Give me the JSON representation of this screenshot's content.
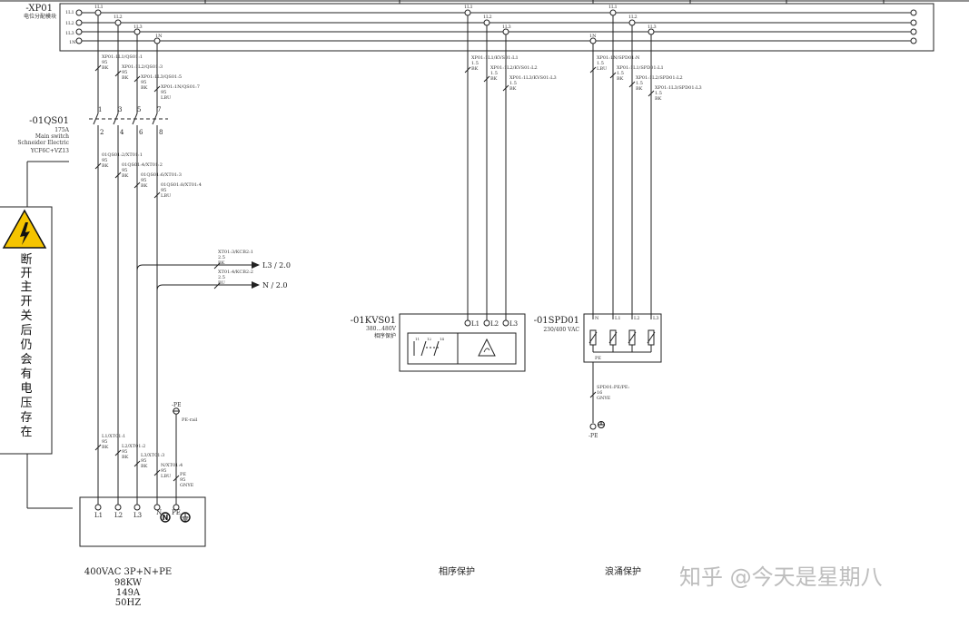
{
  "header": {
    "module_id": "-XP01",
    "module_name": "电位分配模块",
    "buses": [
      "1L1",
      "1L2",
      "1L3",
      "1N"
    ],
    "left_bus_tags": [
      "1L1",
      "1L2",
      "1L3",
      "1N"
    ],
    "right_bus_tags": [
      "1L1",
      "1L2",
      "1L3",
      "1N"
    ]
  },
  "left_wires": [
    {
      "line1": "XP01:1L1/QS01:1",
      "line2": "95",
      "line3": "BK"
    },
    {
      "line1": "XP01:1L2/QS01:3",
      "line2": "95",
      "line3": "BK"
    },
    {
      "line1": "XP01:1L3/QS01:5",
      "line2": "95",
      "line3": "BK"
    },
    {
      "line1": "XP01:1N/QS01:7",
      "line2": "95",
      "line3": "LBU"
    }
  ],
  "switch": {
    "id": "-01QS01",
    "rating": "175A",
    "desc": "Main switch",
    "maker": "Schneider Electric",
    "model": "YCF6C+VZ13",
    "top_pins": [
      "1",
      "3",
      "5",
      "7"
    ],
    "bottom_pins": [
      "2",
      "4",
      "6",
      "8"
    ]
  },
  "switch_out_wires": [
    {
      "line1": "01QS01:2/XT01:1",
      "line2": "95",
      "line3": "BK"
    },
    {
      "line1": "01QS01:4/XT01:2",
      "line2": "95",
      "line3": "BK"
    },
    {
      "line1": "01QS01:6/XT01:3",
      "line2": "95",
      "line3": "BK"
    },
    {
      "line1": "01QS01:8/XT01:4",
      "line2": "95",
      "line3": "LBU"
    }
  ],
  "outputs": [
    {
      "wire1": "XT01:3/KCB2:1",
      "wire2": "2.5",
      "wire3": "BK",
      "target": "L3 /  2.0"
    },
    {
      "wire1": "XT01:4/KCB2:2",
      "wire2": "2.5",
      "wire3": "BU",
      "target": "N /  2.0"
    }
  ],
  "warning": {
    "text": [
      "断",
      "开",
      "主",
      "开",
      "关",
      "后",
      "仍",
      "会",
      "有",
      "电",
      "压",
      "存",
      "在"
    ]
  },
  "pe": {
    "tag_top": "-PE",
    "rail": "PE-rail",
    "tag_bottom": "-PE"
  },
  "feeder_wires": [
    {
      "line1": "L1/XT01:1",
      "line2": "95",
      "line3": "BK"
    },
    {
      "line1": "L2/XT01:2",
      "line2": "95",
      "line3": "BK"
    },
    {
      "line1": "L3/XT01:3",
      "line2": "95",
      "line3": "BK"
    },
    {
      "line1": "N/XT01:4",
      "line2": "95",
      "line3": "LBU"
    },
    {
      "line1": "PE",
      "line2": "95",
      "line3": "GNYE"
    }
  ],
  "supply": {
    "terminals": [
      "L1",
      "L2",
      "L3",
      "N",
      "PE"
    ],
    "spec": [
      "400VAC 3P+N+PE",
      "98KW",
      "149A",
      "50HZ"
    ]
  },
  "kvs": {
    "id": "-01KVS01",
    "range": "380...480V",
    "name": "相序保护",
    "terminals": [
      "L1",
      "L2",
      "L3"
    ],
    "wires": [
      {
        "line1": "XP01:1L1/KVS01:L1",
        "line2": "1.5",
        "line3": "BK"
      },
      {
        "line1": "XP01:1L2/KVS01:L2",
        "line2": "1.5",
        "line3": "BK"
      },
      {
        "line1": "XP01:1L3/KVS01:L3",
        "line2": "1.5",
        "line3": "BK"
      }
    ],
    "sym_pins": [
      "11",
      "12",
      "14"
    ]
  },
  "spd": {
    "id": "-01SPD01",
    "voltage": "230/400 VAC",
    "terminals": [
      "N",
      "L1",
      "L2",
      "L3"
    ],
    "pe_label": "PE",
    "wires": [
      {
        "line1": "XP01:1N/SPD01:N",
        "line2": "1.5",
        "line3": "LBU"
      },
      {
        "line1": "XP01:1L1/SPD01:L1",
        "line2": "1.5",
        "line3": "BK"
      },
      {
        "line1": "XP01:1L2/SPD01:L2",
        "line2": "1.5",
        "line3": "BK"
      },
      {
        "line1": "XP01:1L3/SPD01:L3",
        "line2": "1.5",
        "line3": "BK"
      }
    ],
    "pe_wire": {
      "line1": "SPD01:PE/PE:",
      "line2": "16",
      "line3": "GNYE"
    },
    "pe_tag": "-PE"
  },
  "footer": {
    "kvs_caption": "相序保护",
    "spd_caption": "浪涌保护"
  },
  "watermark": "知乎 @今天是星期八"
}
